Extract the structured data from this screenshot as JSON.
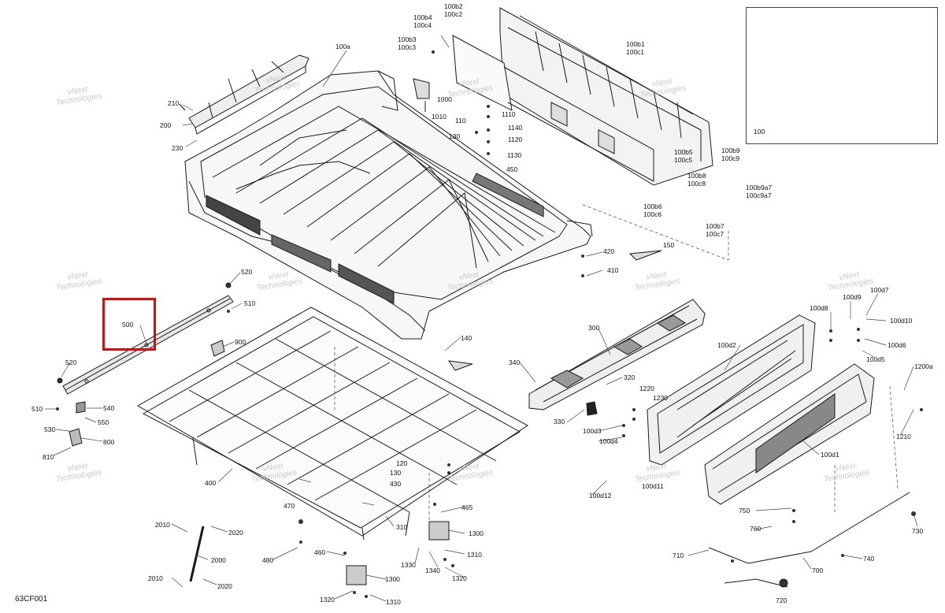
{
  "diagram_code": "63CF001",
  "highlighted_part": "500",
  "inset": {
    "label": "100"
  },
  "watermark": {
    "line1": "vNext",
    "line2": "Technologies",
    "full": "vNext Technologies"
  },
  "labels": {
    "l100a": "100a",
    "l100b4": "100b4",
    "l100c4": "100c4",
    "l100b2": "100b2",
    "l100c2": "100c2",
    "l100b3": "100b3",
    "l100c3": "100c3",
    "l100b1": "100b1",
    "l100c1": "100c1",
    "l100b5": "100b5",
    "l100c5": "100c5",
    "l100b9": "100b9",
    "l100c9": "100c9",
    "l100b8": "100b8",
    "l100c8": "100c8",
    "l100b9a7": "100b9a7",
    "l100c9a7": "100c9a7",
    "l100b6": "100b6",
    "l100c6": "100c6",
    "l100b7": "100b7",
    "l100c7": "100c7",
    "l1000": "1000",
    "l1010": "1010",
    "l1110": "1110",
    "l110": "110",
    "l1140": "1140",
    "l1120": "1120",
    "l130a": "130",
    "l1130": "1130",
    "l450": "450",
    "l210": "210",
    "l200": "200",
    "l230": "230",
    "l520a": "520",
    "l510a": "510",
    "l500": "500",
    "l900": "900",
    "l520b": "520",
    "l510b": "510",
    "l540": "540",
    "l550": "550",
    "l530": "530",
    "l800": "800",
    "l810": "810",
    "l400": "400",
    "l140": "140",
    "l150": "150",
    "l420": "420",
    "l410": "410",
    "l300": "300",
    "l340": "340",
    "l320": "320",
    "l330": "330",
    "l1220": "1220",
    "l1230": "1230",
    "l100d3": "100d3",
    "l100d4": "100d4",
    "l100d2": "100d2",
    "l100d12": "100d12",
    "l100d11": "100d11",
    "l100d1": "100d1",
    "l100d8": "100d8",
    "l100d9": "100d9",
    "l100d7": "100d7",
    "l100d10": "100d10",
    "l100d6": "100d6",
    "l100d5": "100d5",
    "l1200a": "1200a",
    "l1210": "1210",
    "l120": "120",
    "l130b": "130",
    "l430": "430",
    "l465": "465",
    "l470": "470",
    "l310": "310",
    "l480": "480",
    "l1300a": "1300",
    "l460": "460",
    "l1310a": "1310",
    "l1330": "1330",
    "l1340": "1340",
    "l1300b": "1300",
    "l1320": "1320",
    "l1310b": "1310",
    "l2010a": "2010",
    "l2020a": "2020",
    "l2000": "2000",
    "l2010b": "2010",
    "l2020b": "2020",
    "l750": "750",
    "l760": "760",
    "l710": "710",
    "l700": "700",
    "l740": "740",
    "l720": "720",
    "l730": "730"
  },
  "colors": {
    "line": "#1a1a1a",
    "highlight": "#d01010",
    "watermark": "#c9c9c9"
  }
}
